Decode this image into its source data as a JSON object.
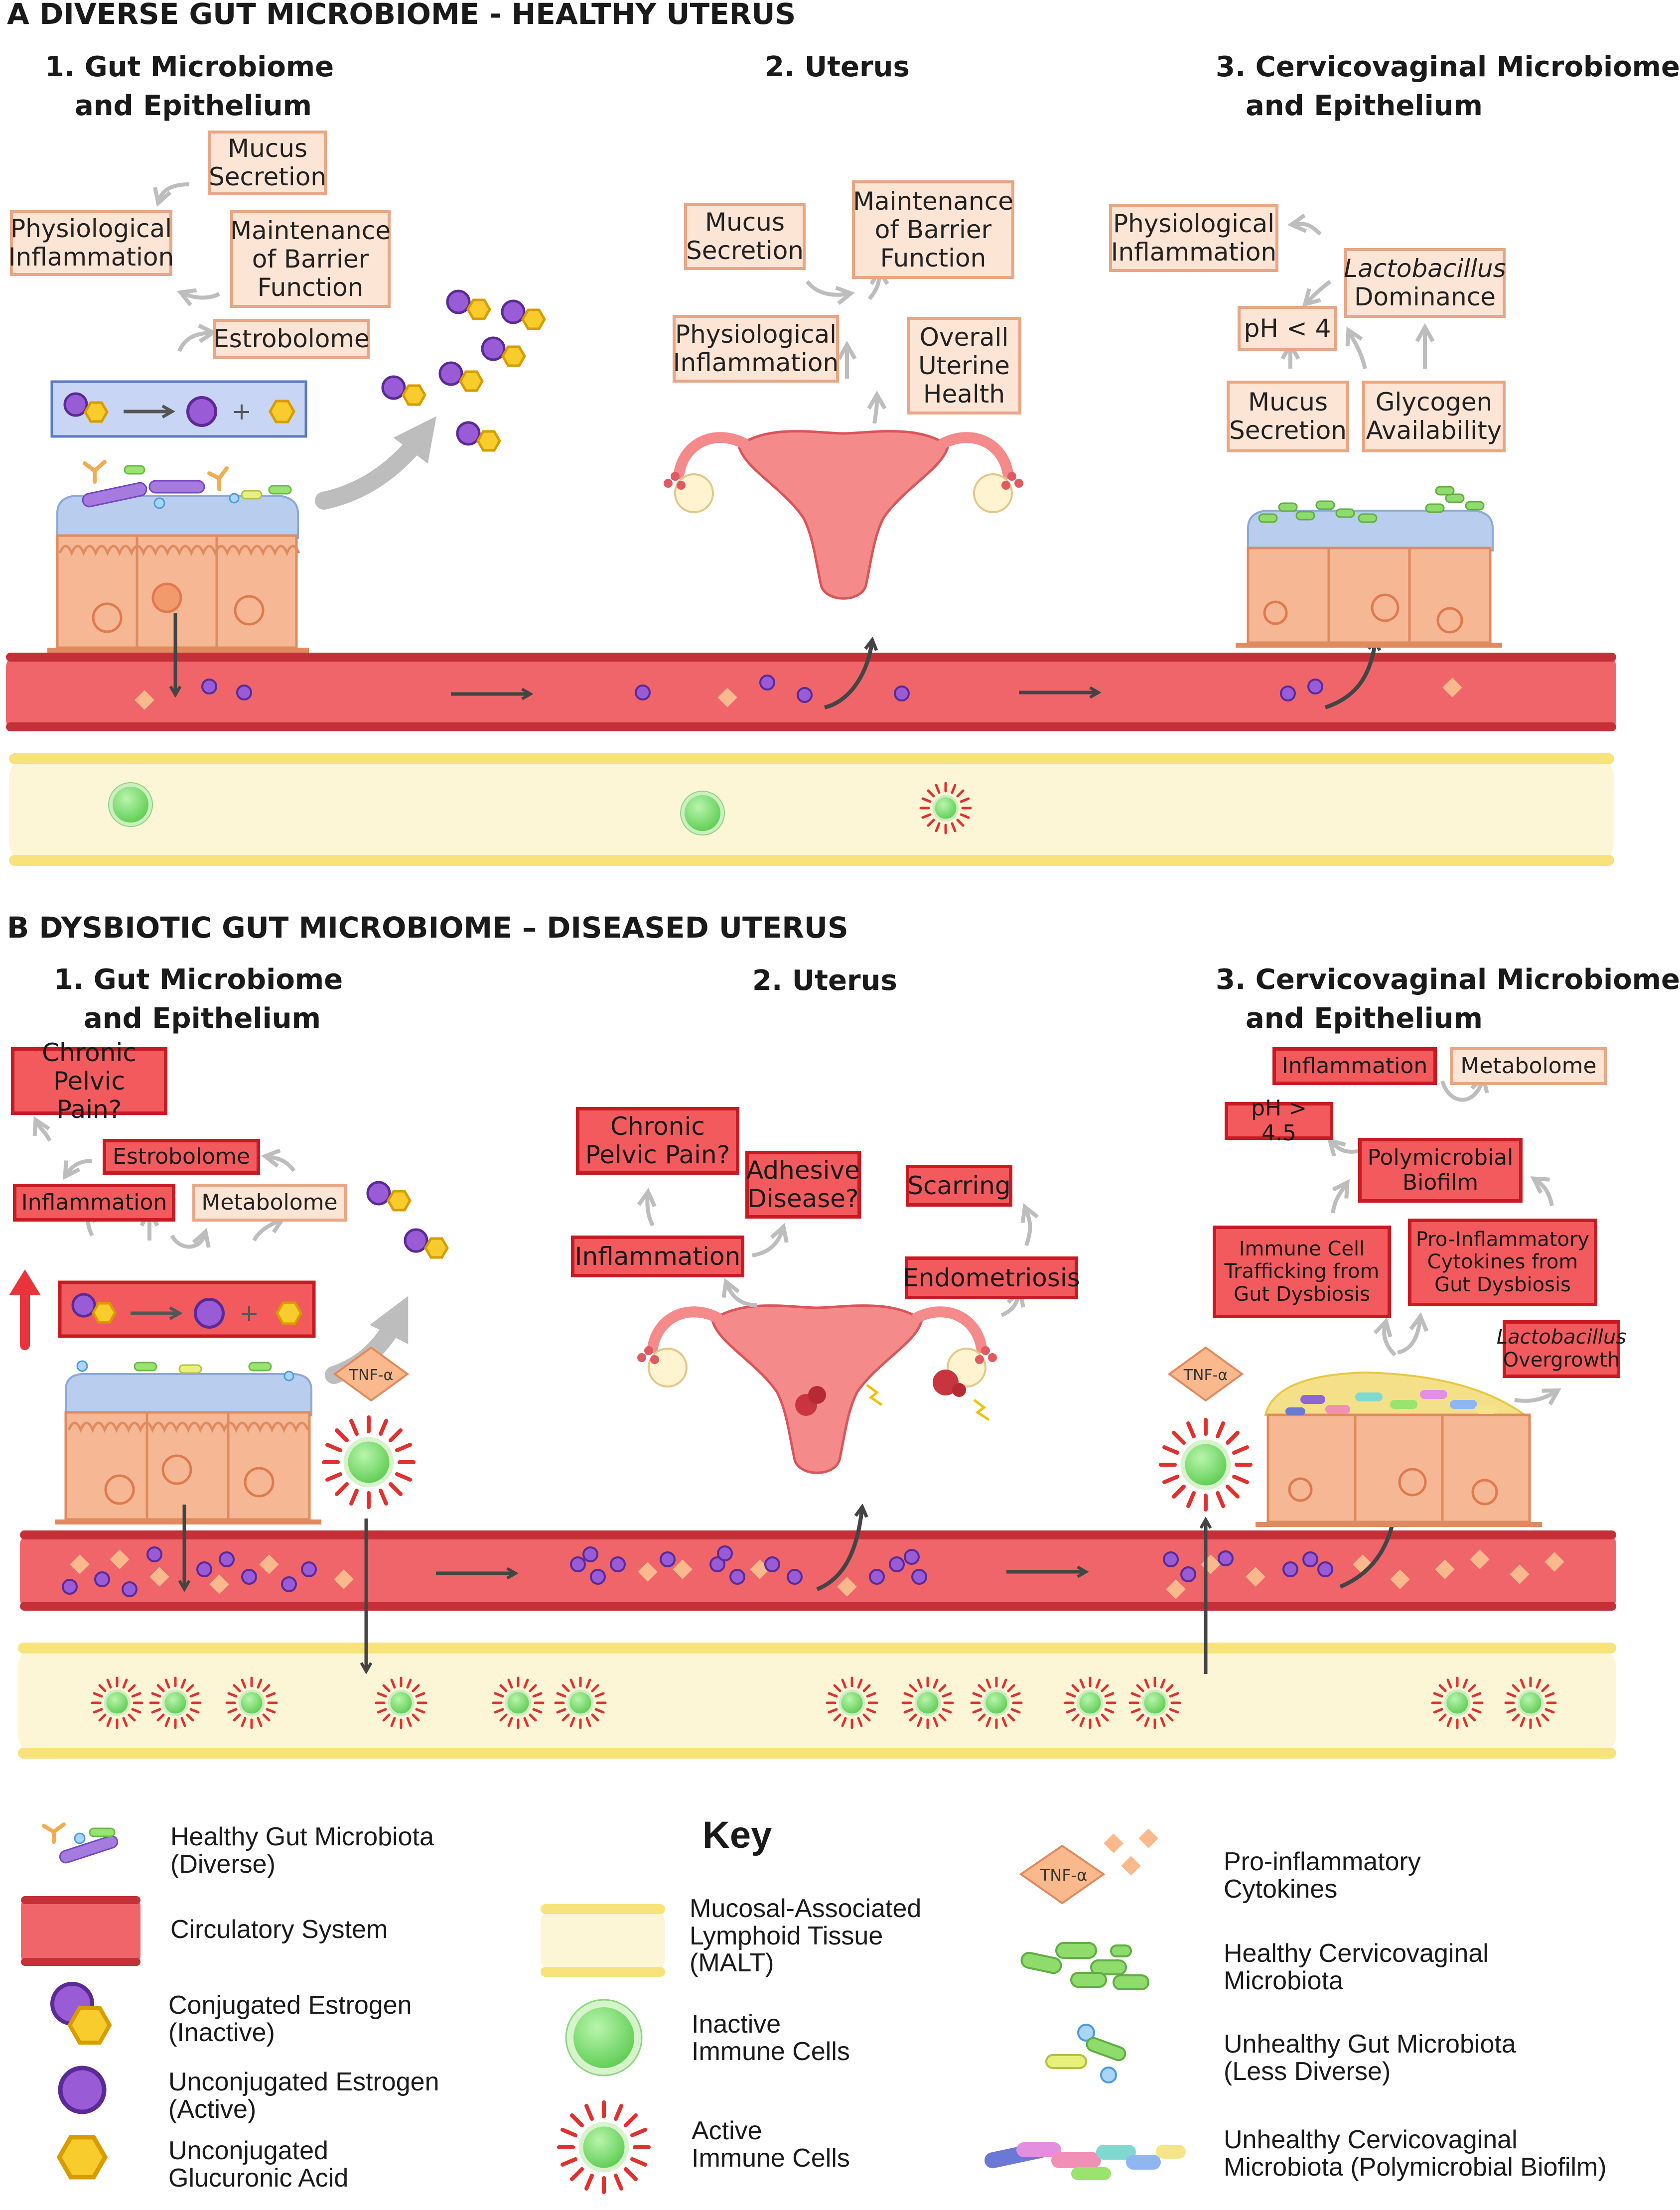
{
  "sectionA": {
    "title": "A  DIVERSE GUT MICROBIOME - HEALTHY UTERUS",
    "col1": {
      "line1": "1. Gut Microbiome",
      "line2": "and Epithelium"
    },
    "col2": {
      "line1": "2. Uterus"
    },
    "col3": {
      "line1": "3. Cervicovaginal Microbiome",
      "line2": "and Epithelium"
    },
    "gut_boxes": {
      "mucus": [
        "Mucus",
        "Secretion"
      ],
      "physio": [
        "Physiological",
        "Inflammation"
      ],
      "barrier": [
        "Maintenance",
        "of Barrier",
        "Function"
      ],
      "estrobolome": "Estrobolome"
    },
    "uterus_boxes": {
      "mucus": [
        "Mucus",
        "Secretion"
      ],
      "barrier": [
        "Maintenance",
        "of Barrier",
        "Function"
      ],
      "physio": [
        "Physiological",
        "Inflammation"
      ],
      "health": [
        "Overall",
        "Uterine",
        "Health"
      ]
    },
    "cv_boxes": {
      "physio": [
        "Physiological",
        "Inflammation"
      ],
      "lacto": [
        "Lactobacillus",
        "Dominance"
      ],
      "ph": "pH < 4",
      "mucus": [
        "Mucus",
        "Secretion"
      ],
      "glycogen": [
        "Glycogen",
        "Availability"
      ]
    }
  },
  "sectionB": {
    "title": "B  DYSBIOTIC GUT MICROBIOME – DISEASED UTERUS",
    "col1": {
      "line1": "1. Gut Microbiome",
      "line2": "and Epithelium"
    },
    "col2": {
      "line1": "2. Uterus"
    },
    "col3": {
      "line1": "3. Cervicovaginal Microbiome",
      "line2": "and Epithelium"
    },
    "gut_boxes": {
      "pain": [
        "Chronic",
        "Pelvic Pain?"
      ],
      "estrobolome": "Estrobolome",
      "inflammation": "Inflammation",
      "metabolome": "Metabolome"
    },
    "tnf_gut": "TNF-α",
    "uterus_boxes": {
      "pain": [
        "Chronic",
        "Pelvic Pain?"
      ],
      "adhesive": [
        "Adhesive",
        "Disease?"
      ],
      "scarring": "Scarring",
      "inflammation": "Inflammation",
      "endometriosis": "Endometriosis"
    },
    "cv_boxes": {
      "inflammation": "Inflammation",
      "metabolome": "Metabolome",
      "ph": "pH > 4.5",
      "biofilm": [
        "Polymicrobial",
        "Biofilm"
      ],
      "immune": [
        "Immune Cell",
        "Trafficking from",
        "Gut Dysbiosis"
      ],
      "cytokines": [
        "Pro-Inflammatory",
        "Cytokines from",
        "Gut Dysbiosis"
      ],
      "lacto": [
        "Lactobacillus",
        "Overgrowth"
      ]
    },
    "tnf_cv": "TNF-α"
  },
  "key": {
    "title": "Key",
    "items": {
      "healthy_gut": [
        "Healthy Gut Microbiota",
        "(Diverse)"
      ],
      "circulatory": [
        "Circulatory System"
      ],
      "conjugated": [
        "Conjugated Estrogen",
        "(Inactive)"
      ],
      "unconjugated": [
        "Unconjugated Estrogen",
        "(Active)"
      ],
      "glucuronic": [
        "Unconjugated",
        "Glucuronic Acid"
      ],
      "malt": [
        "Mucosal-Associated",
        "Lymphoid Tissue",
        "(MALT)"
      ],
      "inactive": [
        "Inactive",
        "Immune Cells"
      ],
      "active": [
        "Active",
        "Immune Cells"
      ],
      "cytokines": [
        "Pro-inflammatory",
        "Cytokines"
      ],
      "cytokines_icon": "TNF-α",
      "healthy_cv": [
        "Healthy Cervicovaginal",
        "Microbiota"
      ],
      "unhealthy_gut": [
        "Unhealthy Gut Microbiota",
        "(Less Diverse)"
      ],
      "unhealthy_cv": [
        "Unhealthy Cervicovaginal",
        "Microbiota (Polymicrobial Biofilm)"
      ]
    }
  },
  "colors": {
    "vessel": "#f0656a",
    "vessel_edge": "#c53038",
    "malt": "#fdf6d6",
    "malt_edge": "#f7e37a",
    "cell": "#f6b894",
    "cell_edge": "#e08a5e",
    "mucus": "#b9cdee",
    "estrogen": "#9a5bd6",
    "glucuronic": "#f9cc2e",
    "immune": "#7be36c",
    "healthy_box": "#fde5d6",
    "disease_box": "#f25a5e"
  }
}
